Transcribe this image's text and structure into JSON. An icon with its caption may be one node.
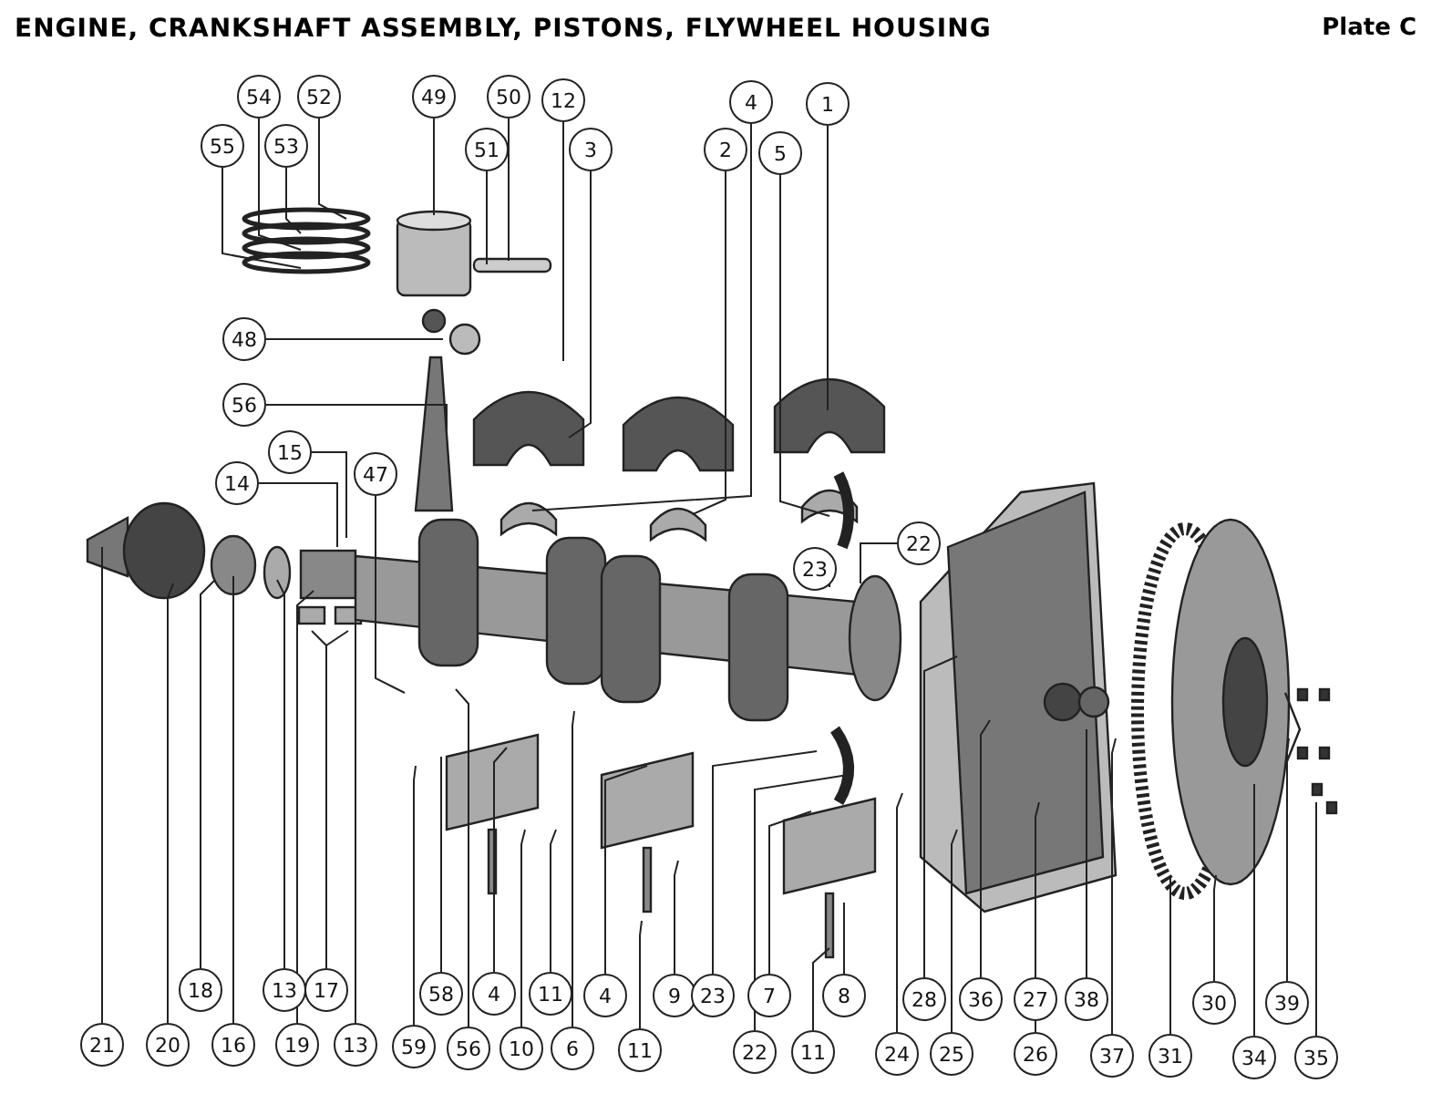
{
  "diagram": {
    "title": "ENGINE, CRANKSHAFT ASSEMBLY, PISTONS, FLYWHEEL HOUSING",
    "nodes": [
      {
        "text": [
          "54"
        ]
      },
      {
        "text": [
          "52"
        ]
      },
      {
        "text": [
          "49"
        ]
      },
      {
        "text": [
          "50"
        ]
      },
      {
        "text": [
          "12"
        ]
      },
      {
        "text": [
          "4"
        ]
      },
      {
        "text": [
          "1"
        ]
      },
      {
        "text": [
          "55"
        ]
      },
      {
        "text": [
          "53"
        ]
      },
      {
        "text": [
          "51"
        ]
      },
      {
        "text": [
          "3"
        ]
      },
      {
        "text": [
          "2"
        ]
      },
      {
        "text": [
          "5"
        ]
      },
      {
        "text": [
          "48"
        ]
      },
      {
        "text": [
          "56"
        ]
      },
      {
        "text": [
          "15"
        ]
      },
      {
        "text": [
          "14"
        ]
      },
      {
        "text": [
          "47"
        ]
      },
      {
        "text": [
          "23"
        ]
      },
      {
        "text": [
          "22"
        ]
      },
      {
        "text": [
          "18"
        ]
      },
      {
        "text": [
          "13"
        ]
      },
      {
        "text": [
          "17"
        ]
      },
      {
        "text": [
          "58"
        ]
      },
      {
        "text": [
          "4"
        ]
      },
      {
        "text": [
          "11"
        ]
      },
      {
        "text": [
          "4"
        ]
      },
      {
        "text": [
          "9"
        ]
      },
      {
        "text": [
          "23"
        ]
      },
      {
        "text": [
          "7"
        ]
      },
      {
        "text": [
          "8"
        ]
      },
      {
        "text": [
          "28"
        ]
      },
      {
        "text": [
          "36"
        ]
      },
      {
        "text": [
          "27"
        ]
      },
      {
        "text": [
          "38"
        ]
      },
      {
        "text": [
          "30"
        ]
      },
      {
        "text": [
          "39"
        ]
      },
      {
        "text": [
          "21"
        ]
      },
      {
        "text": [
          "20"
        ]
      },
      {
        "text": [
          "16"
        ]
      },
      {
        "text": [
          "19"
        ]
      },
      {
        "text": [
          "13"
        ]
      },
      {
        "text": [
          "59"
        ]
      },
      {
        "text": [
          "56"
        ]
      },
      {
        "text": [
          "10"
        ]
      },
      {
        "text": [
          "6"
        ]
      },
      {
        "text": [
          "11"
        ]
      },
      {
        "text": [
          "22"
        ]
      },
      {
        "text": [
          "11"
        ]
      },
      {
        "text": [
          "24"
        ]
      },
      {
        "text": [
          "25"
        ]
      },
      {
        "text": [
          "26"
        ]
      },
      {
        "text": [
          "37"
        ]
      },
      {
        "text": [
          "31"
        ]
      },
      {
        "text": [
          "34"
        ]
      },
      {
        "text": [
          "35"
        ]
      }
    ],
    "edges": [
      {
        "from": 0,
        "to": null,
        "arrow": "none"
      },
      {
        "from": 1,
        "to": null,
        "arrow": "none"
      },
      {
        "from": 2,
        "to": null,
        "arrow": "none"
      },
      {
        "from": 3,
        "to": null,
        "arrow": "none"
      },
      {
        "from": 4,
        "to": null,
        "arrow": "none"
      },
      {
        "from": 5,
        "to": null,
        "arrow": "none"
      },
      {
        "from": 6,
        "to": null,
        "arrow": "none"
      },
      {
        "from": 7,
        "to": null,
        "arrow": "none"
      },
      {
        "from": 8,
        "to": null,
        "arrow": "none"
      },
      {
        "from": 9,
        "to": null,
        "arrow": "none"
      },
      {
        "from": 10,
        "to": null,
        "arrow": "none"
      },
      {
        "from": 11,
        "to": null,
        "arrow": "none"
      },
      {
        "from": 12,
        "to": null,
        "arrow": "none"
      },
      {
        "from": 13,
        "to": null,
        "arrow": "none"
      },
      {
        "from": 14,
        "to": null,
        "arrow": "none"
      },
      {
        "from": 15,
        "to": null,
        "arrow": "none"
      },
      {
        "from": 16,
        "to": null,
        "arrow": "none"
      },
      {
        "from": 17,
        "to": null,
        "arrow": "none"
      },
      {
        "from": 18,
        "to": null,
        "arrow": "none"
      },
      {
        "from": 19,
        "to": null,
        "arrow": "none"
      },
      {
        "from": 20,
        "to": null,
        "arrow": "none"
      },
      {
        "from": 21,
        "to": null,
        "arrow": "none"
      },
      {
        "from": 22,
        "to": null,
        "arrow": "none"
      },
      {
        "from": 22,
        "to": null,
        "arrow": "none"
      },
      {
        "from": 23,
        "to": null,
        "arrow": "none"
      },
      {
        "from": 24,
        "to": null,
        "arrow": "none"
      },
      {
        "from": 25,
        "to": null,
        "arrow": "none"
      },
      {
        "from": 26,
        "to": null,
        "arrow": "none"
      },
      {
        "from": 27,
        "to": null,
        "arrow": "none"
      },
      {
        "from": 28,
        "to": null,
        "arrow": "none"
      },
      {
        "from": 29,
        "to": null,
        "arrow": "none"
      },
      {
        "from": 30,
        "to": null,
        "arrow": "none"
      },
      {
        "from": 31,
        "to": null,
        "arrow": "none"
      },
      {
        "from": 32,
        "to": null,
        "arrow": "none"
      },
      {
        "from": 33,
        "to": null,
        "arrow": "none"
      },
      {
        "from": 34,
        "to": null,
        "arrow": "none"
      },
      {
        "from": 35,
        "to": null,
        "arrow": "none"
      },
      {
        "from": 36,
        "to": null,
        "arrow": "none"
      },
      {
        "from": 37,
        "to": null,
        "arrow": "none"
      },
      {
        "from": 38,
        "to": null,
        "arrow": "none"
      },
      {
        "from": 39,
        "to": null,
        "arrow": "none"
      },
      {
        "from": 40,
        "to": null,
        "arrow": "none"
      },
      {
        "from": 41,
        "to": null,
        "arrow": "none"
      },
      {
        "from": 42,
        "to": null,
        "arrow": "none"
      },
      {
        "from": 43,
        "to": null,
        "arrow": "none"
      },
      {
        "from": 44,
        "to": null,
        "arrow": "none"
      },
      {
        "from": 45,
        "to": null,
        "arrow": "none"
      },
      {
        "from": 46,
        "to": null,
        "arrow": "none"
      },
      {
        "from": 47,
        "to": null,
        "arrow": "none"
      },
      {
        "from": 48,
        "to": null,
        "arrow": "none"
      },
      {
        "from": 49,
        "to": null,
        "arrow": "none"
      },
      {
        "from": 50,
        "to": null,
        "arrow": "none"
      },
      {
        "from": 51,
        "to": 33,
        "arrow": "none"
      },
      {
        "from": 52,
        "to": null,
        "arrow": "none"
      },
      {
        "from": 53,
        "to": null,
        "arrow": "none"
      },
      {
        "from": 54,
        "to": null,
        "arrow": "none"
      },
      {
        "from": 55,
        "to": null,
        "arrow": "none"
      }
    ],
    "labels": [
      "Plate C"
    ]
  }
}
